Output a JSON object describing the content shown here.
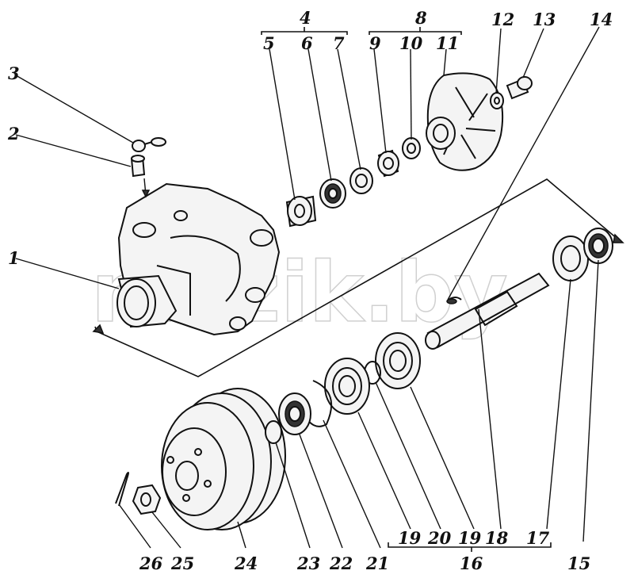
{
  "watermark": "mazik.by",
  "callouts": {
    "c1": "1",
    "c2": "2",
    "c3": "3",
    "c4": "4",
    "c5": "5",
    "c6": "6",
    "c7": "7",
    "c8": "8",
    "c9": "9",
    "c10": "10",
    "c11": "11",
    "c12": "12",
    "c13": "13",
    "c14": "14",
    "c15": "15",
    "c16": "16",
    "c17": "17",
    "c18": "18",
    "c19a": "19",
    "c19b": "19",
    "c20": "20",
    "c21": "21",
    "c22": "22",
    "c23": "23",
    "c24": "24",
    "c25": "25",
    "c26": "26"
  }
}
